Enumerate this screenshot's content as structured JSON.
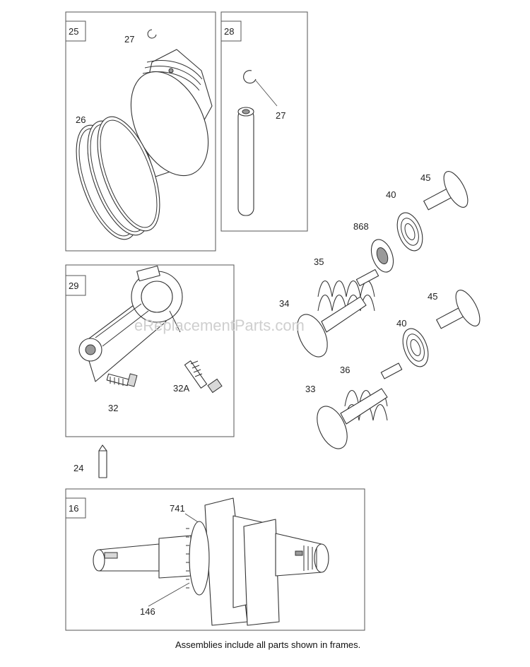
{
  "frames": {
    "piston": "25",
    "pin": "28",
    "rod": "29",
    "crank": "16"
  },
  "callouts": {
    "p27a": "27",
    "p26": "26",
    "p27b": "27",
    "p45a": "45",
    "p40a": "40",
    "p868": "868",
    "p35": "35",
    "p34": "34",
    "p45b": "45",
    "p40b": "40",
    "p36": "36",
    "p33": "33",
    "p32": "32",
    "p32a": "32A",
    "p24": "24",
    "p741": "741",
    "p146": "146"
  },
  "watermark": "eReplacementParts.com",
  "footnote": "Assemblies include all parts shown in frames."
}
